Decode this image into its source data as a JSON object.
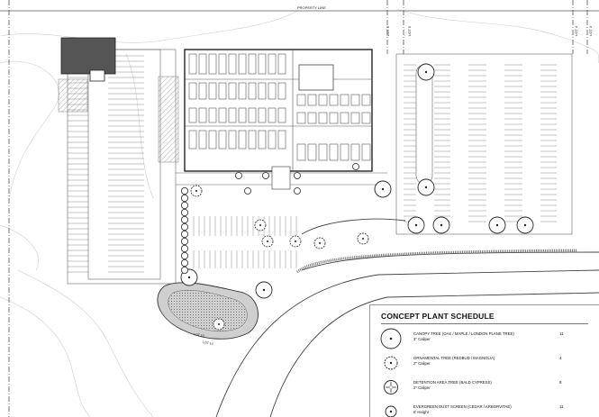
{
  "labels": {
    "property_line": "PROPERTY LINE",
    "lot_a": "LOT 6",
    "lot_b": "LOT 5",
    "lot_c": "LOT 4",
    "lot_d": "LOT 3",
    "lot_e": "LOT 13",
    "lot_f": "LOT 14"
  },
  "schedule": {
    "title": "CONCEPT PLANT SCHEDULE",
    "items": [
      {
        "name": "CANOPY TREE (OAK / MAPLE / LONDON PLANE TREE)",
        "size": "3\" Caliper",
        "qty": "11",
        "symbol": "canopy-tree-icon"
      },
      {
        "name": "ORNAMENTAL TREE (REDBUD / MAGNOLIA)",
        "size": "2\" Caliper",
        "qty": "4",
        "symbol": "ornamental-tree-icon"
      },
      {
        "name": "DETENTION AREA TREE (BALD CYPRESS)",
        "size": "2\" Caliper",
        "qty": "8",
        "symbol": "detention-tree-icon"
      },
      {
        "name": "EVERGREEN DUST SCREEN (CEDAR / ARBORVITAE)",
        "size": "6' Height",
        "qty": "11",
        "symbol": "evergreen-screen-icon"
      }
    ]
  },
  "colors": {
    "line": "#444444",
    "building_fill": "#555555",
    "pond_fill": "#d0d0d0",
    "paper": "#ffffff"
  }
}
